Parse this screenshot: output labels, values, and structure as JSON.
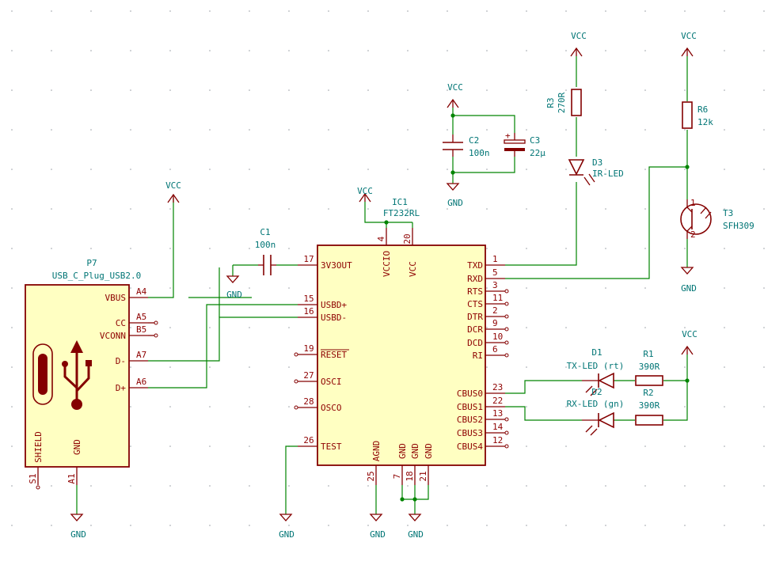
{
  "power": {
    "vcc": "VCC",
    "gnd": "GND"
  },
  "ic1": {
    "ref": "IC1",
    "value": "FT232RL",
    "pins_left": [
      {
        "name": "3V3OUT",
        "num": "17"
      },
      {
        "name": "USBD+",
        "num": "15"
      },
      {
        "name": "USBD-",
        "num": "16"
      },
      {
        "name": "RESET",
        "num": "19"
      },
      {
        "name": "OSCI",
        "num": "27"
      },
      {
        "name": "OSCO",
        "num": "28"
      },
      {
        "name": "TEST",
        "num": "26"
      }
    ],
    "pins_right": [
      {
        "name": "TXD",
        "num": "1"
      },
      {
        "name": "RXD",
        "num": "5"
      },
      {
        "name": "RTS",
        "num": "3"
      },
      {
        "name": "CTS",
        "num": "11"
      },
      {
        "name": "DTR",
        "num": "2"
      },
      {
        "name": "DCR",
        "num": "9"
      },
      {
        "name": "DCD",
        "num": "10"
      },
      {
        "name": "RI",
        "num": "6"
      },
      {
        "name": "CBUS0",
        "num": "23"
      },
      {
        "name": "CBUS1",
        "num": "22"
      },
      {
        "name": "CBUS2",
        "num": "13"
      },
      {
        "name": "CBUS3",
        "num": "14"
      },
      {
        "name": "CBUS4",
        "num": "12"
      }
    ],
    "pins_top": [
      {
        "name": "VCCIO",
        "num": "4"
      },
      {
        "name": "VCC",
        "num": "20"
      }
    ],
    "pins_bottom": [
      {
        "name": "AGND",
        "num": "25"
      },
      {
        "name": "GND",
        "num": "7"
      },
      {
        "name": "GND",
        "num": "18"
      },
      {
        "name": "GND",
        "num": "21"
      }
    ]
  },
  "p7": {
    "ref": "P7",
    "value": "USB_C_Plug_USB2.0",
    "pins_right": [
      {
        "name": "VBUS",
        "num": "A4"
      },
      {
        "name": "CC",
        "num": "A5"
      },
      {
        "name": "VCONN",
        "num": "B5"
      },
      {
        "name": "D-",
        "num": "A7"
      },
      {
        "name": "D+",
        "num": "A6"
      }
    ],
    "pins_bottom": [
      {
        "name": "SHIELD",
        "num": "S1"
      },
      {
        "name": "GND",
        "num": "A1"
      }
    ]
  },
  "c1": {
    "ref": "C1",
    "value": "100n"
  },
  "c2": {
    "ref": "C2",
    "value": "100n"
  },
  "c3": {
    "ref": "C3",
    "value": "22µ"
  },
  "r1": {
    "ref": "R1",
    "value": "390R"
  },
  "r2": {
    "ref": "R2",
    "value": "390R"
  },
  "r3": {
    "ref": "R3",
    "value": "270R"
  },
  "r6": {
    "ref": "R6",
    "value": "12k"
  },
  "d1": {
    "ref": "D1",
    "value": "TX-LED (rt)"
  },
  "d2": {
    "ref": "D2",
    "value": "RX-LED (gn)"
  },
  "d3": {
    "ref": "D3",
    "value": "IR-LED"
  },
  "t3": {
    "ref": "T3",
    "value": "SFH309"
  },
  "colors": {
    "wire": "#008400",
    "symbol": "#840000",
    "fill": "#ffffc2",
    "ref_text": "#007575"
  }
}
